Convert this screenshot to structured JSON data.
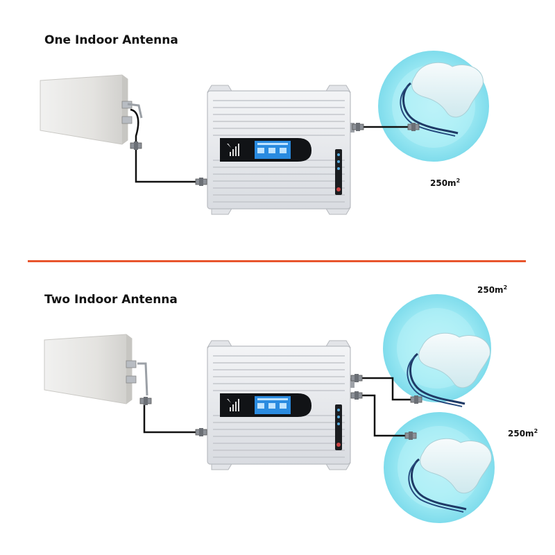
{
  "sections": [
    {
      "title": "One Indoor Antenna",
      "coverage": [
        {
          "value": "250m",
          "sup": "2"
        }
      ]
    },
    {
      "title": "Two Indoor Antenna",
      "coverage": [
        {
          "value": "250m",
          "sup": "2"
        },
        {
          "value": "250m",
          "sup": "2"
        }
      ]
    }
  ],
  "colors": {
    "divider": "#e8552d",
    "cable": "#111111",
    "coverage_glow": "#8fe6f2",
    "coverage_core": "#b9f1f8",
    "device_body": "#e9ebee",
    "display": "#2a8be0"
  },
  "icons": [
    "yagi-antenna-icon",
    "signal-booster-icon",
    "ceiling-antenna-icon",
    "cable-connector-icon"
  ]
}
